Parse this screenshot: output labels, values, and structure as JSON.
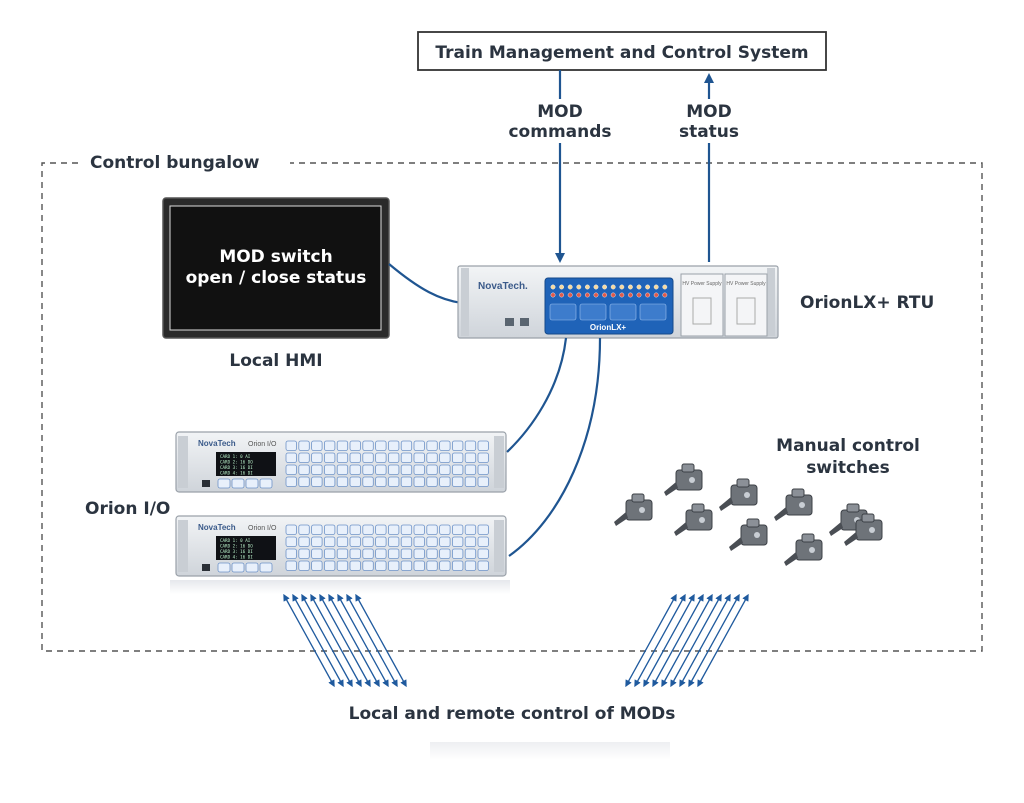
{
  "top_system": {
    "label": "Train Management and Control System"
  },
  "links": {
    "commands": {
      "line1": "MOD",
      "line2": "commands"
    },
    "status": {
      "line1": "MOD",
      "line2": "status"
    }
  },
  "bungalow": {
    "label": "Control bungalow"
  },
  "hmi": {
    "screen_line1": "MOD switch",
    "screen_line2": "open / close status",
    "caption": "Local HMI"
  },
  "rtu": {
    "brand": "NovaTech.",
    "model": "OrionLX+",
    "caption": "OrionLX+ RTU",
    "psu_label": "HV Power Supply"
  },
  "orion_io": {
    "caption": "Orion I/O",
    "brand": "NovaTech",
    "model": "Orion I/O",
    "units": [
      {
        "display": [
          "CARD 1: 0 AI",
          "CARD 2: 16 DO",
          "CARD 3: 16 DI",
          "CARD 4: 16 DI"
        ]
      },
      {
        "display": [
          "CARD 1: 0 AI",
          "CARD 2: 16 DO",
          "CARD 3: 16 DI",
          "CARD 4: 16 DI"
        ]
      }
    ]
  },
  "switches": {
    "line1": "Manual control",
    "line2": "switches",
    "count": 9
  },
  "footer": {
    "label": "Local and remote control of MODs"
  },
  "colors": {
    "line": "#1f5591",
    "arrow_hatch": "#1f5a9e",
    "text": "#2b3440",
    "dash": "#555555",
    "screen": "#111111",
    "rack": "#dfe3e8"
  }
}
